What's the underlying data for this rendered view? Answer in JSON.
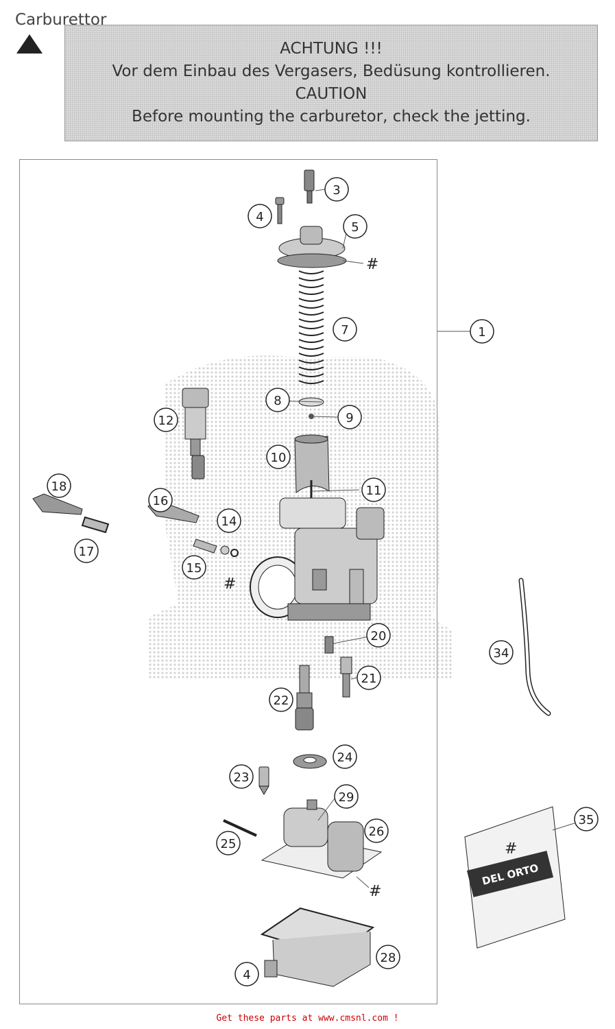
{
  "title": "Carburettor",
  "caution": {
    "line1": "ACHTUNG !!!",
    "line2": "Vor dem Einbau des Vergasers, Bedüsung kontrollieren.",
    "line3": "CAUTION",
    "line4": "Before mounting the carburetor, check the jetting."
  },
  "callouts": {
    "p1": "1",
    "p3": "3",
    "p4a": "4",
    "p4b": "4",
    "p5": "5",
    "p7": "7",
    "p8": "8",
    "p9": "9",
    "p10": "10",
    "p11": "11",
    "p12": "12",
    "p14": "14",
    "p15": "15",
    "p16": "16",
    "p17": "17",
    "p18": "18",
    "p20": "20",
    "p21": "21",
    "p22": "22",
    "p23": "23",
    "p24": "24",
    "p25": "25",
    "p26": "26",
    "p28": "28",
    "p29": "29",
    "p34": "34",
    "p35": "35"
  },
  "hash_symbol": "#",
  "package_label": {
    "brand": "DEL ORTO"
  },
  "footer": "Get these parts at www.cmsnl.com !"
}
